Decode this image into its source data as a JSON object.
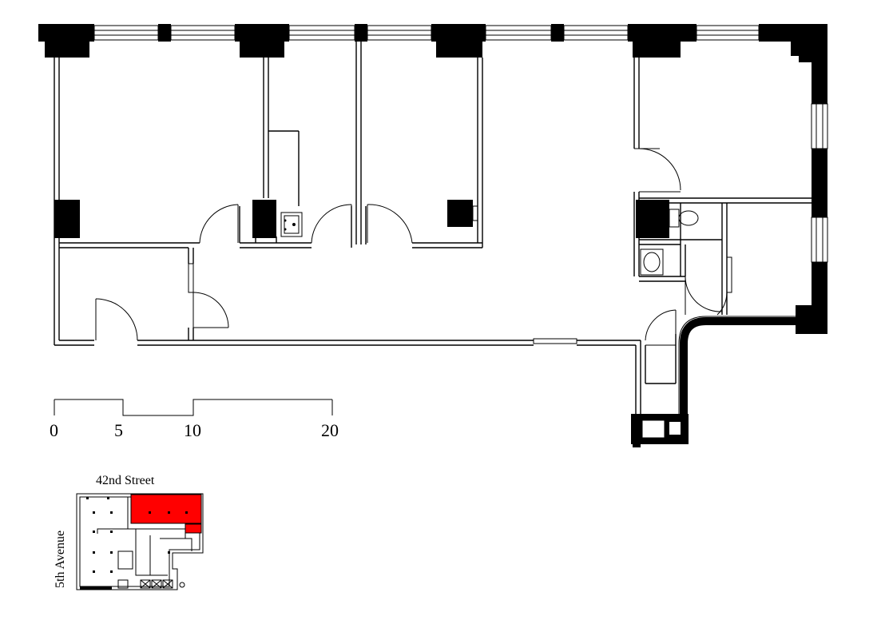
{
  "scale_bar": {
    "ticks": [
      "0",
      "5",
      "10",
      "20"
    ]
  },
  "key_plan": {
    "top_street": "42nd Street",
    "side_street": "5th Avenue",
    "highlight_color": "#ff0000"
  }
}
